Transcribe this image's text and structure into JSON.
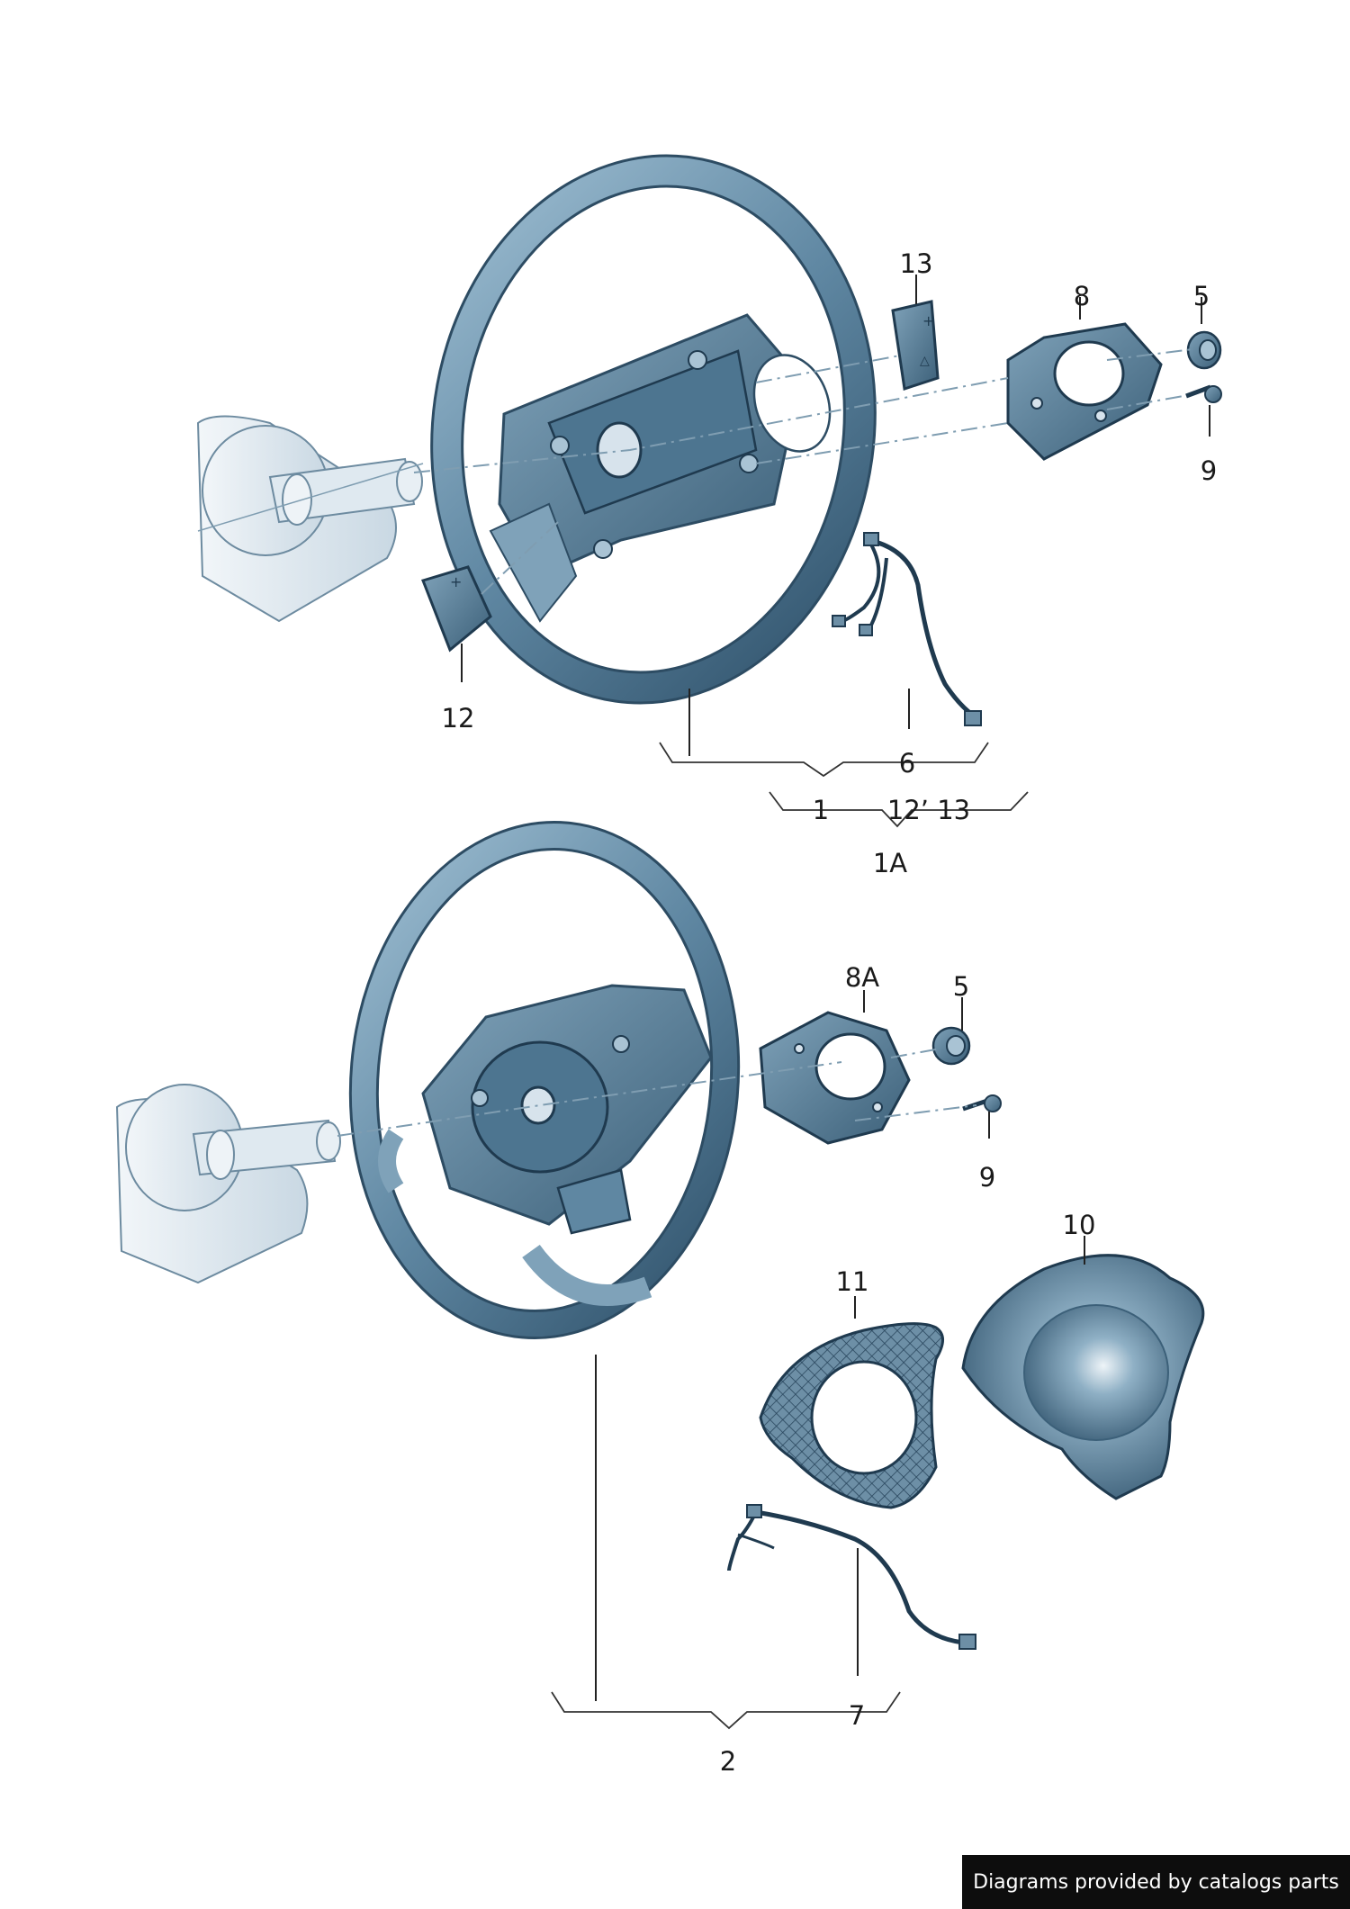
{
  "callouts": {
    "c13": "13",
    "c8": "8",
    "c5_top": "5",
    "c9_top": "9",
    "c12": "12",
    "c6": "6",
    "c1": "1",
    "c12_13": "12’ 13",
    "c1A": "1A",
    "c8A": "8A",
    "c5_bottom": "5",
    "c9_bottom": "9",
    "c10": "10",
    "c11": "11",
    "c7": "7",
    "c2": "2"
  },
  "credit": "Diagrams provided by catalogs parts",
  "colors": {
    "part_fill": "#5f87a2",
    "part_light": "#a9c3d4",
    "part_dark": "#2d4c63",
    "credit_bg": "#0d0d0d"
  }
}
